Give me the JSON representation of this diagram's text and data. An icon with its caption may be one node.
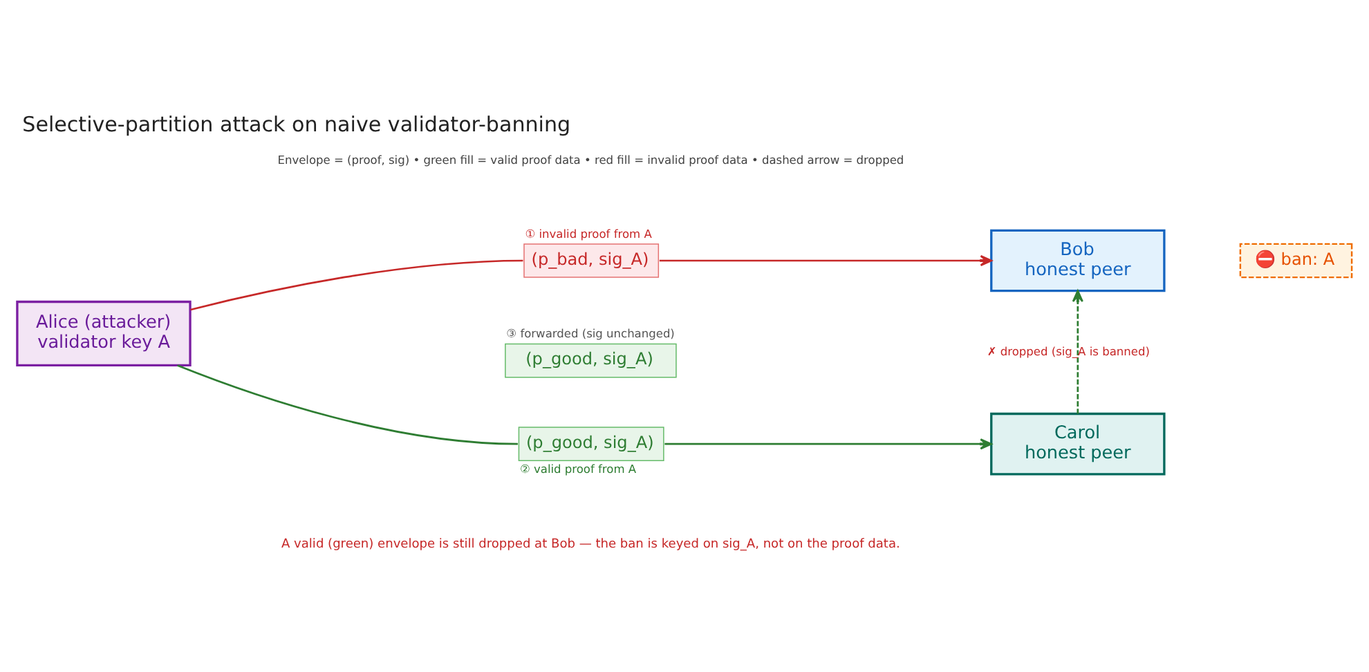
{
  "diagram": {
    "title": "Selective-partition attack on naive validator-banning",
    "caption": "A valid (green) envelope is still dropped at Bob — the ban is keyed on sig_A, not on the proof data.",
    "nodes": [
      {
        "text": [
          "Alice (attacker) validator key A"
        ]
      },
      {
        "text": [
          "(p_bad, sig_A)"
        ],
        "beside": [
          "① invalid proof from A"
        ]
      },
      {
        "text": [
          "Bob honest peer"
        ]
      },
      {
        "text": [
          "⛔ ban: A"
        ]
      },
      {
        "text": [
          "(p_good, sig_A)"
        ],
        "beside": [
          "③ forwarded (sig unchanged)"
        ]
      },
      {
        "text": [
          "(p_good, sig_A)"
        ],
        "beside": [
          "② valid proof from A"
        ]
      },
      {
        "text": [
          "Carol honest peer"
        ]
      }
    ],
    "edges": [
      {
        "from": 0,
        "to": 1,
        "arrow": "none",
        "color": "#c62828"
      },
      {
        "from": 1,
        "to": 2,
        "arrow": "to",
        "color": "#c62828"
      },
      {
        "from": 0,
        "to": 5,
        "arrow": "none"
      },
      {
        "from": 5,
        "to": 6,
        "arrow": "to"
      },
      {
        "from": 6,
        "to": 2,
        "arrow": "to",
        "style": "dashed",
        "label": "✗ dropped (sig_A is banned)"
      }
    ],
    "labels": [
      "Envelope = (proof, sig) • green fill = valid proof data • red fill = invalid proof data • dashed arrow = dropped"
    ]
  }
}
